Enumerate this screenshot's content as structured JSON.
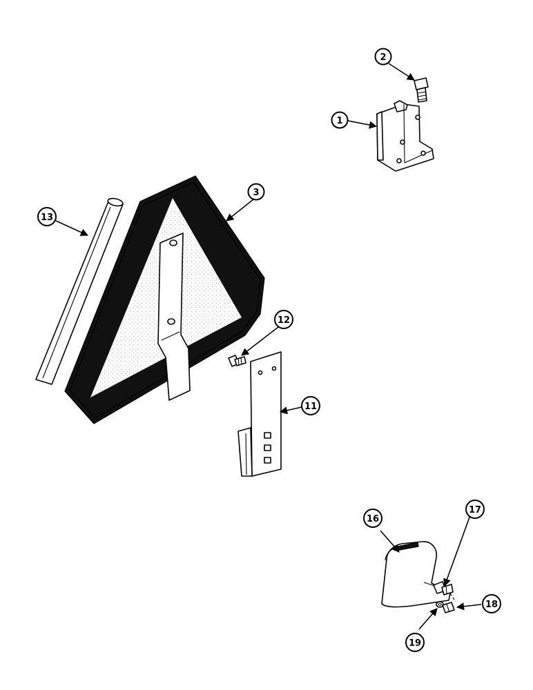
{
  "callouts": [
    {
      "id": "c1",
      "label": "1"
    },
    {
      "id": "c2",
      "label": "2"
    },
    {
      "id": "c3",
      "label": "3"
    },
    {
      "id": "c11",
      "label": "11"
    },
    {
      "id": "c12",
      "label": "12"
    },
    {
      "id": "c13",
      "label": "13"
    },
    {
      "id": "c16",
      "label": "16"
    },
    {
      "id": "c17",
      "label": "17"
    },
    {
      "id": "c18",
      "label": "18"
    },
    {
      "id": "c19",
      "label": "19"
    }
  ]
}
